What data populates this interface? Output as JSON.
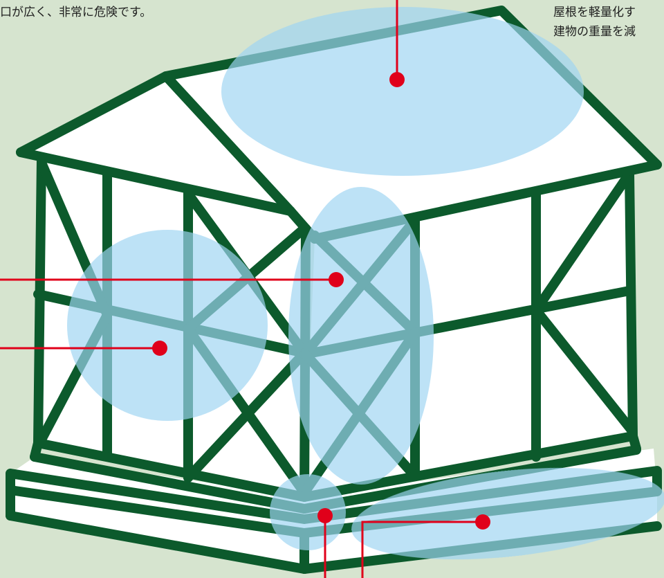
{
  "notes": {
    "left": "口が広く、非常に危険です。",
    "right_line1": "屋根を軽量化す",
    "right_line2": "建物の重量を減"
  },
  "colors": {
    "background": "#d6e4cf",
    "frame": "#0c5a2c",
    "wall": "#ffffff",
    "highlight": "#9ed4f2",
    "pointer": "#e0001a"
  }
}
